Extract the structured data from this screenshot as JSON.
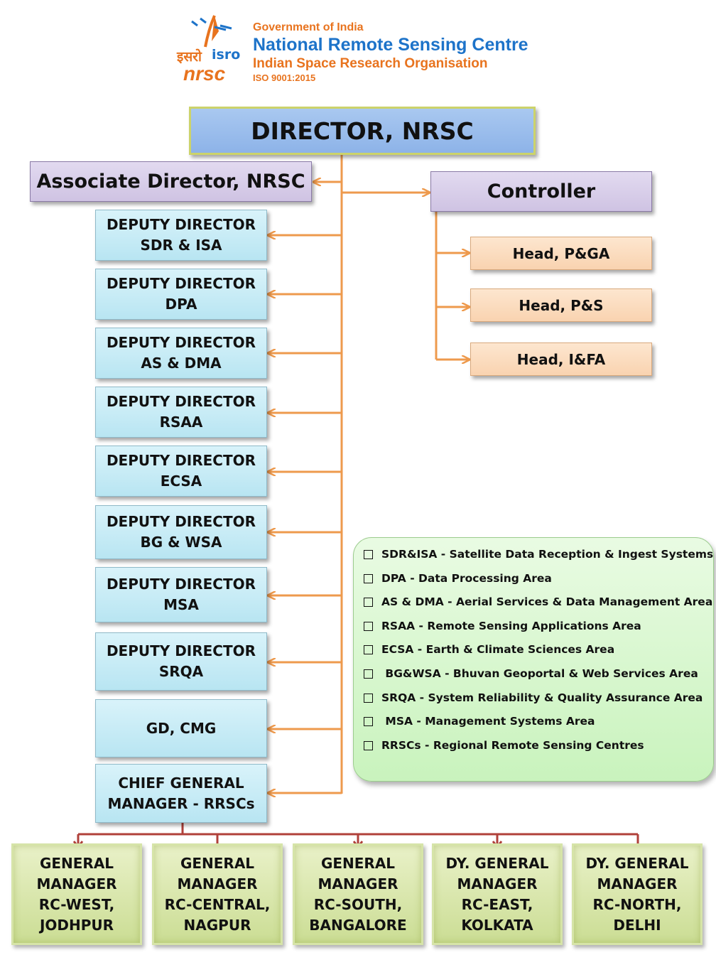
{
  "header": {
    "logo_isro_hindi": "इसरो",
    "logo_isro": "isro",
    "logo_nrsc": "nrsc",
    "line1": "Government of India",
    "line2": "National Remote Sensing Centre",
    "line3": "Indian Space Research Organisation",
    "line4": "ISO 9001:2015"
  },
  "director": "DIRECTOR, NRSC",
  "associate_director": "Associate Director, NRSC",
  "controller": "Controller",
  "controller_heads": [
    "Head, P&GA",
    "Head, P&S",
    "Head, I&FA"
  ],
  "deputies": [
    "DEPUTY DIRECTOR\nSDR & ISA",
    "DEPUTY DIRECTOR\nDPA",
    "DEPUTY DIRECTOR\nAS & DMA",
    "DEPUTY DIRECTOR\nRSAA",
    "DEPUTY DIRECTOR\nECSA",
    "DEPUTY DIRECTOR\nBG & WSA",
    "DEPUTY DIRECTOR\nMSA",
    "DEPUTY DIRECTOR\nSRQA",
    "GD, CMG",
    "CHIEF GENERAL\nMANAGER - RRSCs"
  ],
  "regional": [
    "GENERAL\nMANAGER\nRC-WEST,\nJODHPUR",
    "GENERAL\nMANAGER\nRC-CENTRAL,\nNAGPUR",
    "GENERAL\nMANAGER\nRC-SOUTH,\nBANGALORE",
    "DY. GENERAL\nMANAGER\nRC-EAST,\nKOLKATA",
    "DY. GENERAL\nMANAGER\nRC-NORTH,\nDELHI"
  ],
  "legend": [
    "SDR&ISA - Satellite Data Reception & Ingest Systems Area",
    "DPA - Data Processing Area",
    "AS & DMA - Aerial Services & Data Management Area",
    "RSAA - Remote Sensing Applications Area",
    "ECSA - Earth & Climate Sciences Area",
    " BG&WSA - Bhuvan Geoportal & Web Services Area",
    "SRQA - System Reliability & Quality Assurance Area",
    " MSA - Management Systems Area",
    "RRSCs - Regional Remote Sensing Centres"
  ],
  "colors": {
    "connector_orange": "#ee9a4d",
    "connector_red": "#b0403a",
    "accent_blue": "#1d73c9",
    "accent_orange": "#e8731e"
  }
}
